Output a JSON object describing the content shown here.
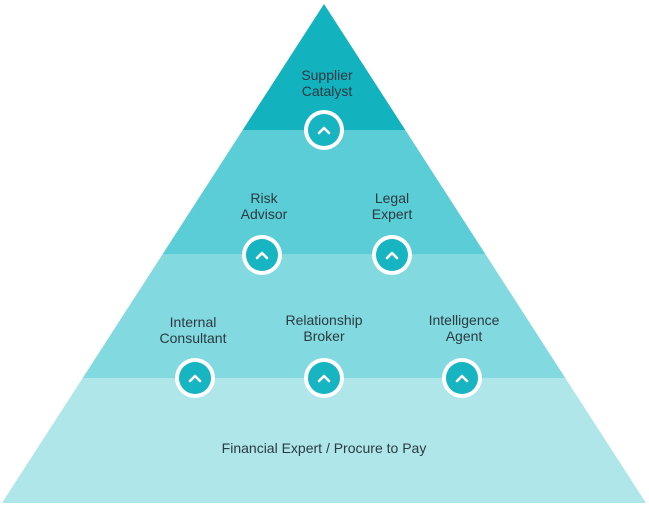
{
  "colors": {
    "tier1": "#12b2bf",
    "tier2": "#5acdd6",
    "tier3": "#82d9e0",
    "tier4": "#aee6ea",
    "badge_fill": "#17b4c1",
    "chevron": "#ffffff"
  },
  "tiers": [
    {
      "roles": [
        {
          "lines": [
            "Supplier",
            "Catalyst"
          ],
          "icon": "chevron-up-icon"
        }
      ]
    },
    {
      "roles": [
        {
          "lines": [
            "Risk",
            "Advisor"
          ],
          "icon": "chevron-up-icon"
        },
        {
          "lines": [
            "Legal",
            "Expert"
          ],
          "icon": "chevron-up-icon"
        }
      ]
    },
    {
      "roles": [
        {
          "lines": [
            "Internal",
            "Consultant"
          ],
          "icon": "chevron-up-icon"
        },
        {
          "lines": [
            "Relationship",
            "Broker"
          ],
          "icon": "chevron-up-icon"
        },
        {
          "lines": [
            "Intelligence",
            "Agent"
          ],
          "icon": "chevron-up-icon"
        }
      ]
    },
    {
      "label": "Financial Expert / Procure to Pay"
    }
  ]
}
